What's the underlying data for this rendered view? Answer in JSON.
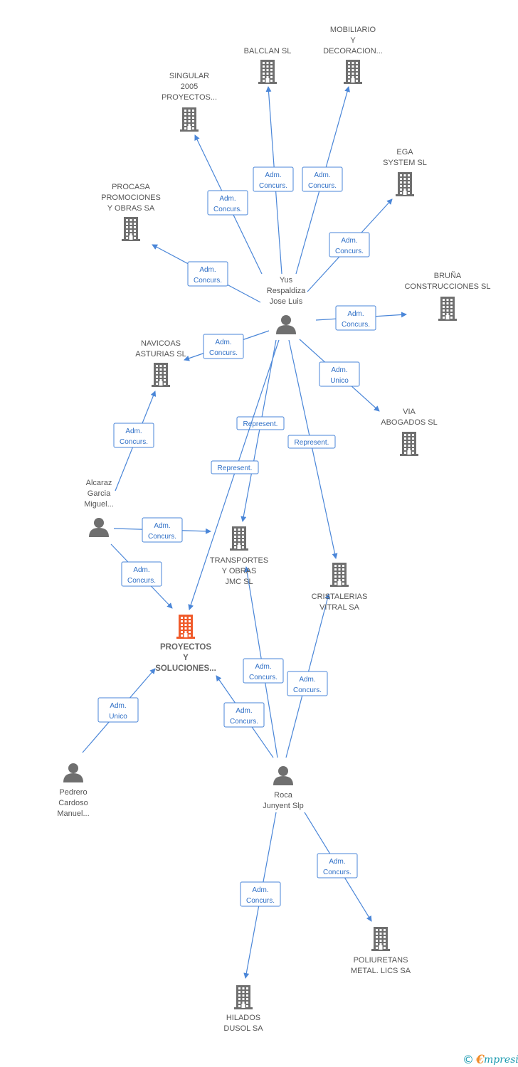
{
  "colors": {
    "edge": "#4a86d8",
    "company_node": "#6f6f6f",
    "person_node": "#6f6f6f",
    "focus_node": "#f05a2a",
    "label_text": "#555555",
    "watermark_primary": "#1a9ab0",
    "watermark_accent": "#f28c28"
  },
  "nodes": [
    {
      "id": "mobiliario",
      "type": "company",
      "icon": "building-icon",
      "lines": [
        "MOBILIARIO",
        "Y",
        "DECORACION..."
      ]
    },
    {
      "id": "balclan",
      "type": "company",
      "icon": "building-icon",
      "lines": [
        "BALCLAN SL"
      ]
    },
    {
      "id": "singular",
      "type": "company",
      "icon": "building-icon",
      "lines": [
        "SINGULAR",
        "2005",
        "PROYECTOS..."
      ]
    },
    {
      "id": "ega",
      "type": "company",
      "icon": "building-icon",
      "lines": [
        "EGA",
        "SYSTEM SL"
      ]
    },
    {
      "id": "procasa",
      "type": "company",
      "icon": "building-icon",
      "lines": [
        "PROCASA",
        "PROMOCIONES",
        "Y OBRAS SA"
      ]
    },
    {
      "id": "bruna",
      "type": "company",
      "icon": "building-icon",
      "lines": [
        "BRUÑA",
        "CONSTRUCCIONES SL"
      ]
    },
    {
      "id": "yus",
      "type": "person",
      "icon": "person-icon",
      "lines": [
        "Yus",
        "Respaldiza",
        "Jose Luis"
      ]
    },
    {
      "id": "navicoas",
      "type": "company",
      "icon": "building-icon",
      "lines": [
        "NAVICOAS",
        "ASTURIAS SL"
      ]
    },
    {
      "id": "via",
      "type": "company",
      "icon": "building-icon",
      "lines": [
        "VIA",
        "ABOGADOS SL"
      ]
    },
    {
      "id": "alcaraz",
      "type": "person",
      "icon": "person-icon",
      "lines": [
        "Alcaraz",
        "Garcia",
        "Miguel..."
      ]
    },
    {
      "id": "transportes",
      "type": "company",
      "icon": "building-icon",
      "lines": [
        "TRANSPORTES",
        "Y OBRAS",
        "JMC SL"
      ]
    },
    {
      "id": "cristalerias",
      "type": "company",
      "icon": "building-icon",
      "lines": [
        "CRISTALERIAS",
        "VITRAL SA"
      ]
    },
    {
      "id": "proyectos",
      "type": "focus",
      "icon": "building-icon",
      "lines": [
        "PROYECTOS",
        "Y",
        "SOLUCIONES..."
      ]
    },
    {
      "id": "pedrero",
      "type": "person",
      "icon": "person-icon",
      "lines": [
        "Pedrero",
        "Cardoso",
        "Manuel..."
      ]
    },
    {
      "id": "roca",
      "type": "person",
      "icon": "person-icon",
      "lines": [
        "Roca",
        "Junyent Slp"
      ]
    },
    {
      "id": "poliuretans",
      "type": "company",
      "icon": "building-icon",
      "lines": [
        "POLIURETANS",
        "METAL. LICS SA"
      ]
    },
    {
      "id": "hilados",
      "type": "company",
      "icon": "building-icon",
      "lines": [
        "HILADOS",
        "DUSOL SA"
      ]
    }
  ],
  "edges": [
    {
      "from": "yus",
      "to": "balclan",
      "label": [
        "Adm.",
        "Concurs."
      ]
    },
    {
      "from": "yus",
      "to": "mobiliario",
      "label": [
        "Adm.",
        "Concurs."
      ]
    },
    {
      "from": "yus",
      "to": "singular",
      "label": [
        "Adm.",
        "Concurs."
      ]
    },
    {
      "from": "yus",
      "to": "ega",
      "label": [
        "Adm.",
        "Concurs."
      ]
    },
    {
      "from": "yus",
      "to": "procasa",
      "label": [
        "Adm.",
        "Concurs."
      ]
    },
    {
      "from": "yus",
      "to": "bruna",
      "label": [
        "Adm.",
        "Concurs."
      ]
    },
    {
      "from": "yus",
      "to": "navicoas",
      "label": [
        "Adm.",
        "Concurs."
      ]
    },
    {
      "from": "yus",
      "to": "via",
      "label": [
        "Adm.",
        "Unico"
      ]
    },
    {
      "from": "yus",
      "to": "transportes",
      "label": [
        "Represent."
      ]
    },
    {
      "from": "yus",
      "to": "cristalerias",
      "label": [
        "Represent."
      ]
    },
    {
      "from": "yus",
      "to": "proyectos",
      "label": [
        "Represent."
      ]
    },
    {
      "from": "alcaraz",
      "to": "navicoas",
      "label": [
        "Adm.",
        "Concurs."
      ]
    },
    {
      "from": "alcaraz",
      "to": "transportes",
      "label": [
        "Adm.",
        "Concurs."
      ]
    },
    {
      "from": "alcaraz",
      "to": "proyectos",
      "label": [
        "Adm.",
        "Concurs."
      ]
    },
    {
      "from": "pedrero",
      "to": "proyectos",
      "label": [
        "Adm.",
        "Unico"
      ]
    },
    {
      "from": "roca",
      "to": "transportes",
      "label": [
        "Adm.",
        "Concurs."
      ]
    },
    {
      "from": "roca",
      "to": "cristalerias",
      "label": [
        "Adm.",
        "Concurs."
      ]
    },
    {
      "from": "roca",
      "to": "proyectos",
      "label": [
        "Adm.",
        "Concurs."
      ]
    },
    {
      "from": "roca",
      "to": "poliuretans",
      "label": [
        "Adm.",
        "Concurs."
      ]
    },
    {
      "from": "roca",
      "to": "hilados",
      "label": [
        "Adm.",
        "Concurs."
      ]
    }
  ],
  "watermark": {
    "copyright": "©",
    "brand_initial": "€",
    "brand_rest": "mpresia"
  }
}
